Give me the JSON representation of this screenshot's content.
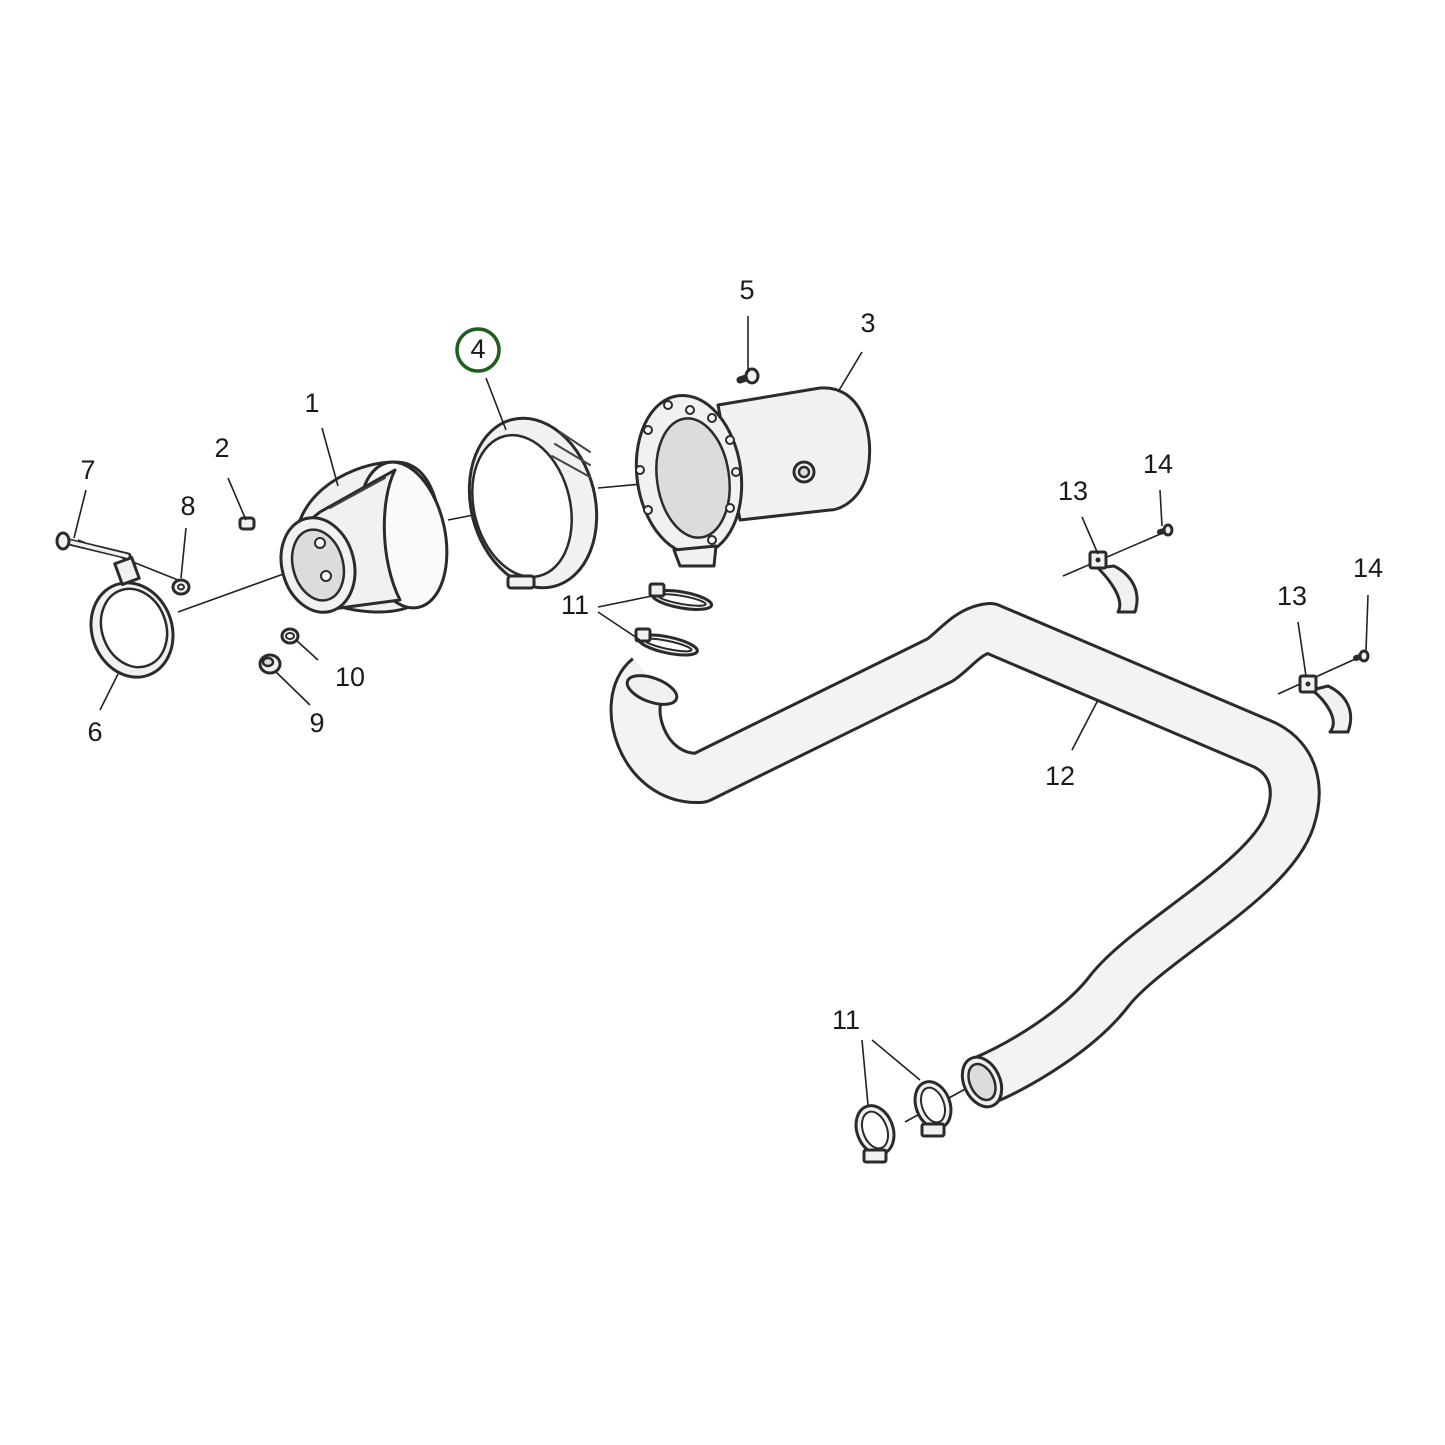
{
  "callouts": {
    "c1": "1",
    "c2": "2",
    "c3": "3",
    "c4": "4",
    "c5": "5",
    "c6": "6",
    "c7": "7",
    "c8": "8",
    "c9": "9",
    "c10": "10",
    "c11a": "11",
    "c11b": "11",
    "c12": "12",
    "c13a": "13",
    "c13b": "13",
    "c14a": "14",
    "c14b": "14"
  },
  "highlight": {
    "callout": "4",
    "ring_color": "#1f5e1f"
  }
}
